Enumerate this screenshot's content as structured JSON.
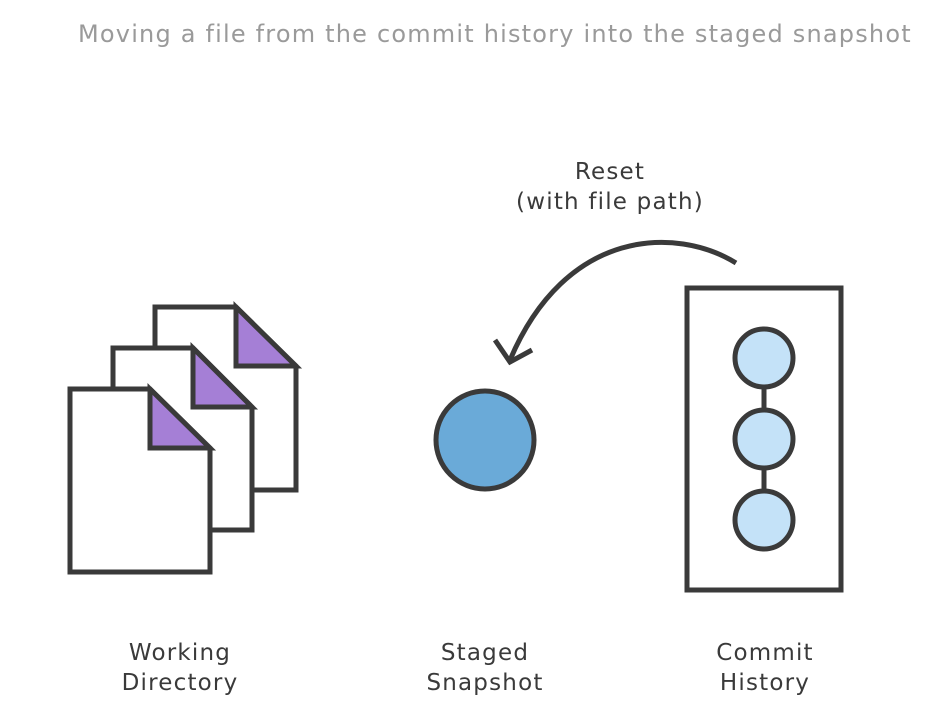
{
  "caption": "Moving a file from the commit history into the staged snapshot",
  "arrow": {
    "line1": "Reset",
    "line2": "(with file path)"
  },
  "working_directory": {
    "line1": "Working",
    "line2": "Directory"
  },
  "staged_snapshot": {
    "line1": "Staged",
    "line2": "Snapshot"
  },
  "commit_history": {
    "line1": "Commit",
    "line2": "History"
  },
  "colors": {
    "stroke": "#3a3a3a",
    "file_corner": "#a57fd6",
    "staged_fill": "#6aaad8",
    "commit_fill": "#c4e2f8",
    "caption": "#9a9a9a"
  }
}
